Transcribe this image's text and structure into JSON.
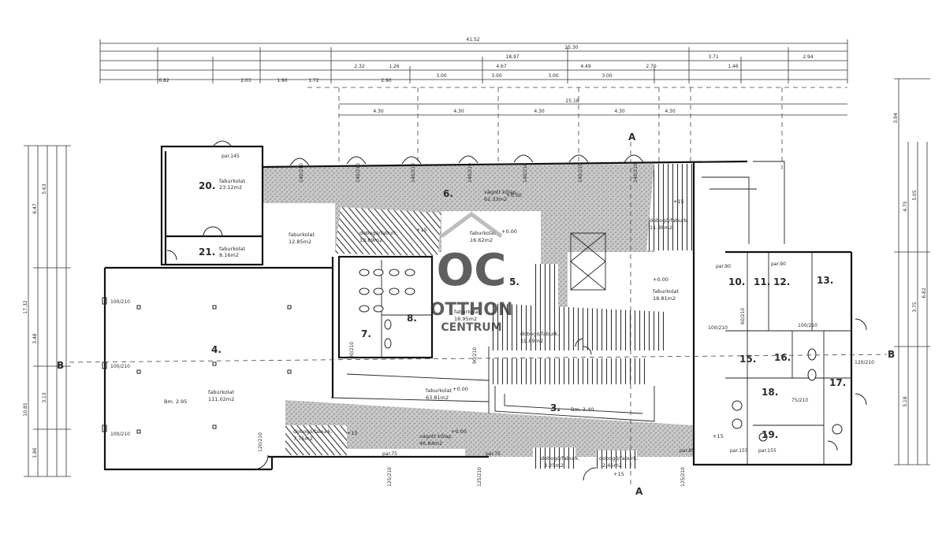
{
  "section_marks": {
    "a": "A",
    "b": "B"
  },
  "top_dims": {
    "overall": "41.52",
    "row2": [
      "25.30"
    ],
    "row3": [
      "18.97",
      "3.71",
      "2.94"
    ],
    "row4": [
      "2.32",
      "1.26",
      "4.67",
      "4.49",
      "2.70",
      "1.46"
    ],
    "row5": [
      "6.82",
      "2.03",
      "1.90",
      "1.72",
      "2.90",
      "3.00",
      "3.00",
      "3.00",
      "3.00"
    ],
    "grid_total": "25.18",
    "grid_spans": [
      "4.30",
      "4.30",
      "4.30",
      "4.30",
      "4.30"
    ]
  },
  "left_dims": [
    "17.32",
    "10.85",
    "6.47",
    "5.63",
    "3.48",
    "3.13",
    "1.86"
  ],
  "right_dims": [
    "3.94",
    "4.75",
    "5.05",
    "6.82",
    "5.18",
    "3.75"
  ],
  "rooms": [
    {
      "num": "20.",
      "type": "faburkolat",
      "area": "23.12m2"
    },
    {
      "num": "21.",
      "type": "faburkolat",
      "area": "8.16m2"
    },
    {
      "num": "6.",
      "type": "vágott kőlap",
      "area": "62.33m2"
    },
    {
      "num": "",
      "type": "faburkolat",
      "area": "12.85m2"
    },
    {
      "num": "",
      "type": "dobogó/faburk.",
      "area": "13.89m2"
    },
    {
      "num": "",
      "type": "faburkolat",
      "area": "16.62m2"
    },
    {
      "num": "",
      "type": "dobogó/faburk.",
      "area": "11.88m2"
    },
    {
      "num": "5.",
      "type": "",
      "area": ""
    },
    {
      "num": "",
      "type": "faburkolat",
      "area": "18.81m2"
    },
    {
      "num": "4.",
      "type": "faburkolat",
      "area": "111.02m2"
    },
    {
      "num": "8.",
      "type": "",
      "area": ""
    },
    {
      "num": "7.",
      "type": "",
      "area": ""
    },
    {
      "num": "",
      "type": "faburkolat",
      "area": "18.95m2"
    },
    {
      "num": "",
      "type": "dobogó/faburk.",
      "area": "19.89m2"
    },
    {
      "num": "",
      "type": "faburkolat",
      "area": "63.81m2"
    },
    {
      "num": "3.",
      "type": "",
      "area": ""
    },
    {
      "num": "",
      "type": "vágott kőlap",
      "area": "46.84m2"
    },
    {
      "num": "",
      "type": "dobogó/faburk.",
      "area": "7.75m2"
    },
    {
      "num": "",
      "type": "dobogó/faburk.",
      "area": "3.25m2"
    },
    {
      "num": "",
      "type": "dobogó/faburk.",
      "area": "2.45m2"
    },
    {
      "num": "10.",
      "type": "",
      "area": ""
    },
    {
      "num": "11.",
      "type": "",
      "area": ""
    },
    {
      "num": "12.",
      "type": "",
      "area": ""
    },
    {
      "num": "13.",
      "type": "",
      "area": ""
    },
    {
      "num": "15.",
      "type": "",
      "area": ""
    },
    {
      "num": "16.",
      "type": "",
      "area": ""
    },
    {
      "num": "17.",
      "type": "",
      "area": ""
    },
    {
      "num": "18.",
      "type": "",
      "area": ""
    },
    {
      "num": "19.",
      "type": "",
      "area": ""
    }
  ],
  "levels": [
    "+0.00",
    "+0.00",
    "+0.00",
    "+0.00",
    "+0.00",
    "+15",
    "+15",
    "+15",
    "+15",
    "+15"
  ],
  "floor_heights": [
    "Bm. 2.95",
    "Bm. 3.40"
  ],
  "parapets": [
    "par.145",
    "par.90",
    "par.90",
    "par.75",
    "par.75",
    "par.85",
    "par.155",
    "par.155"
  ],
  "openings": [
    "140/210",
    "100/210",
    "120/210",
    "75/210",
    "90/210",
    "60/210",
    "125/210"
  ],
  "watermark": {
    "logo": "OC",
    "line1": "OTTHON",
    "line2": "CENTRUM"
  }
}
